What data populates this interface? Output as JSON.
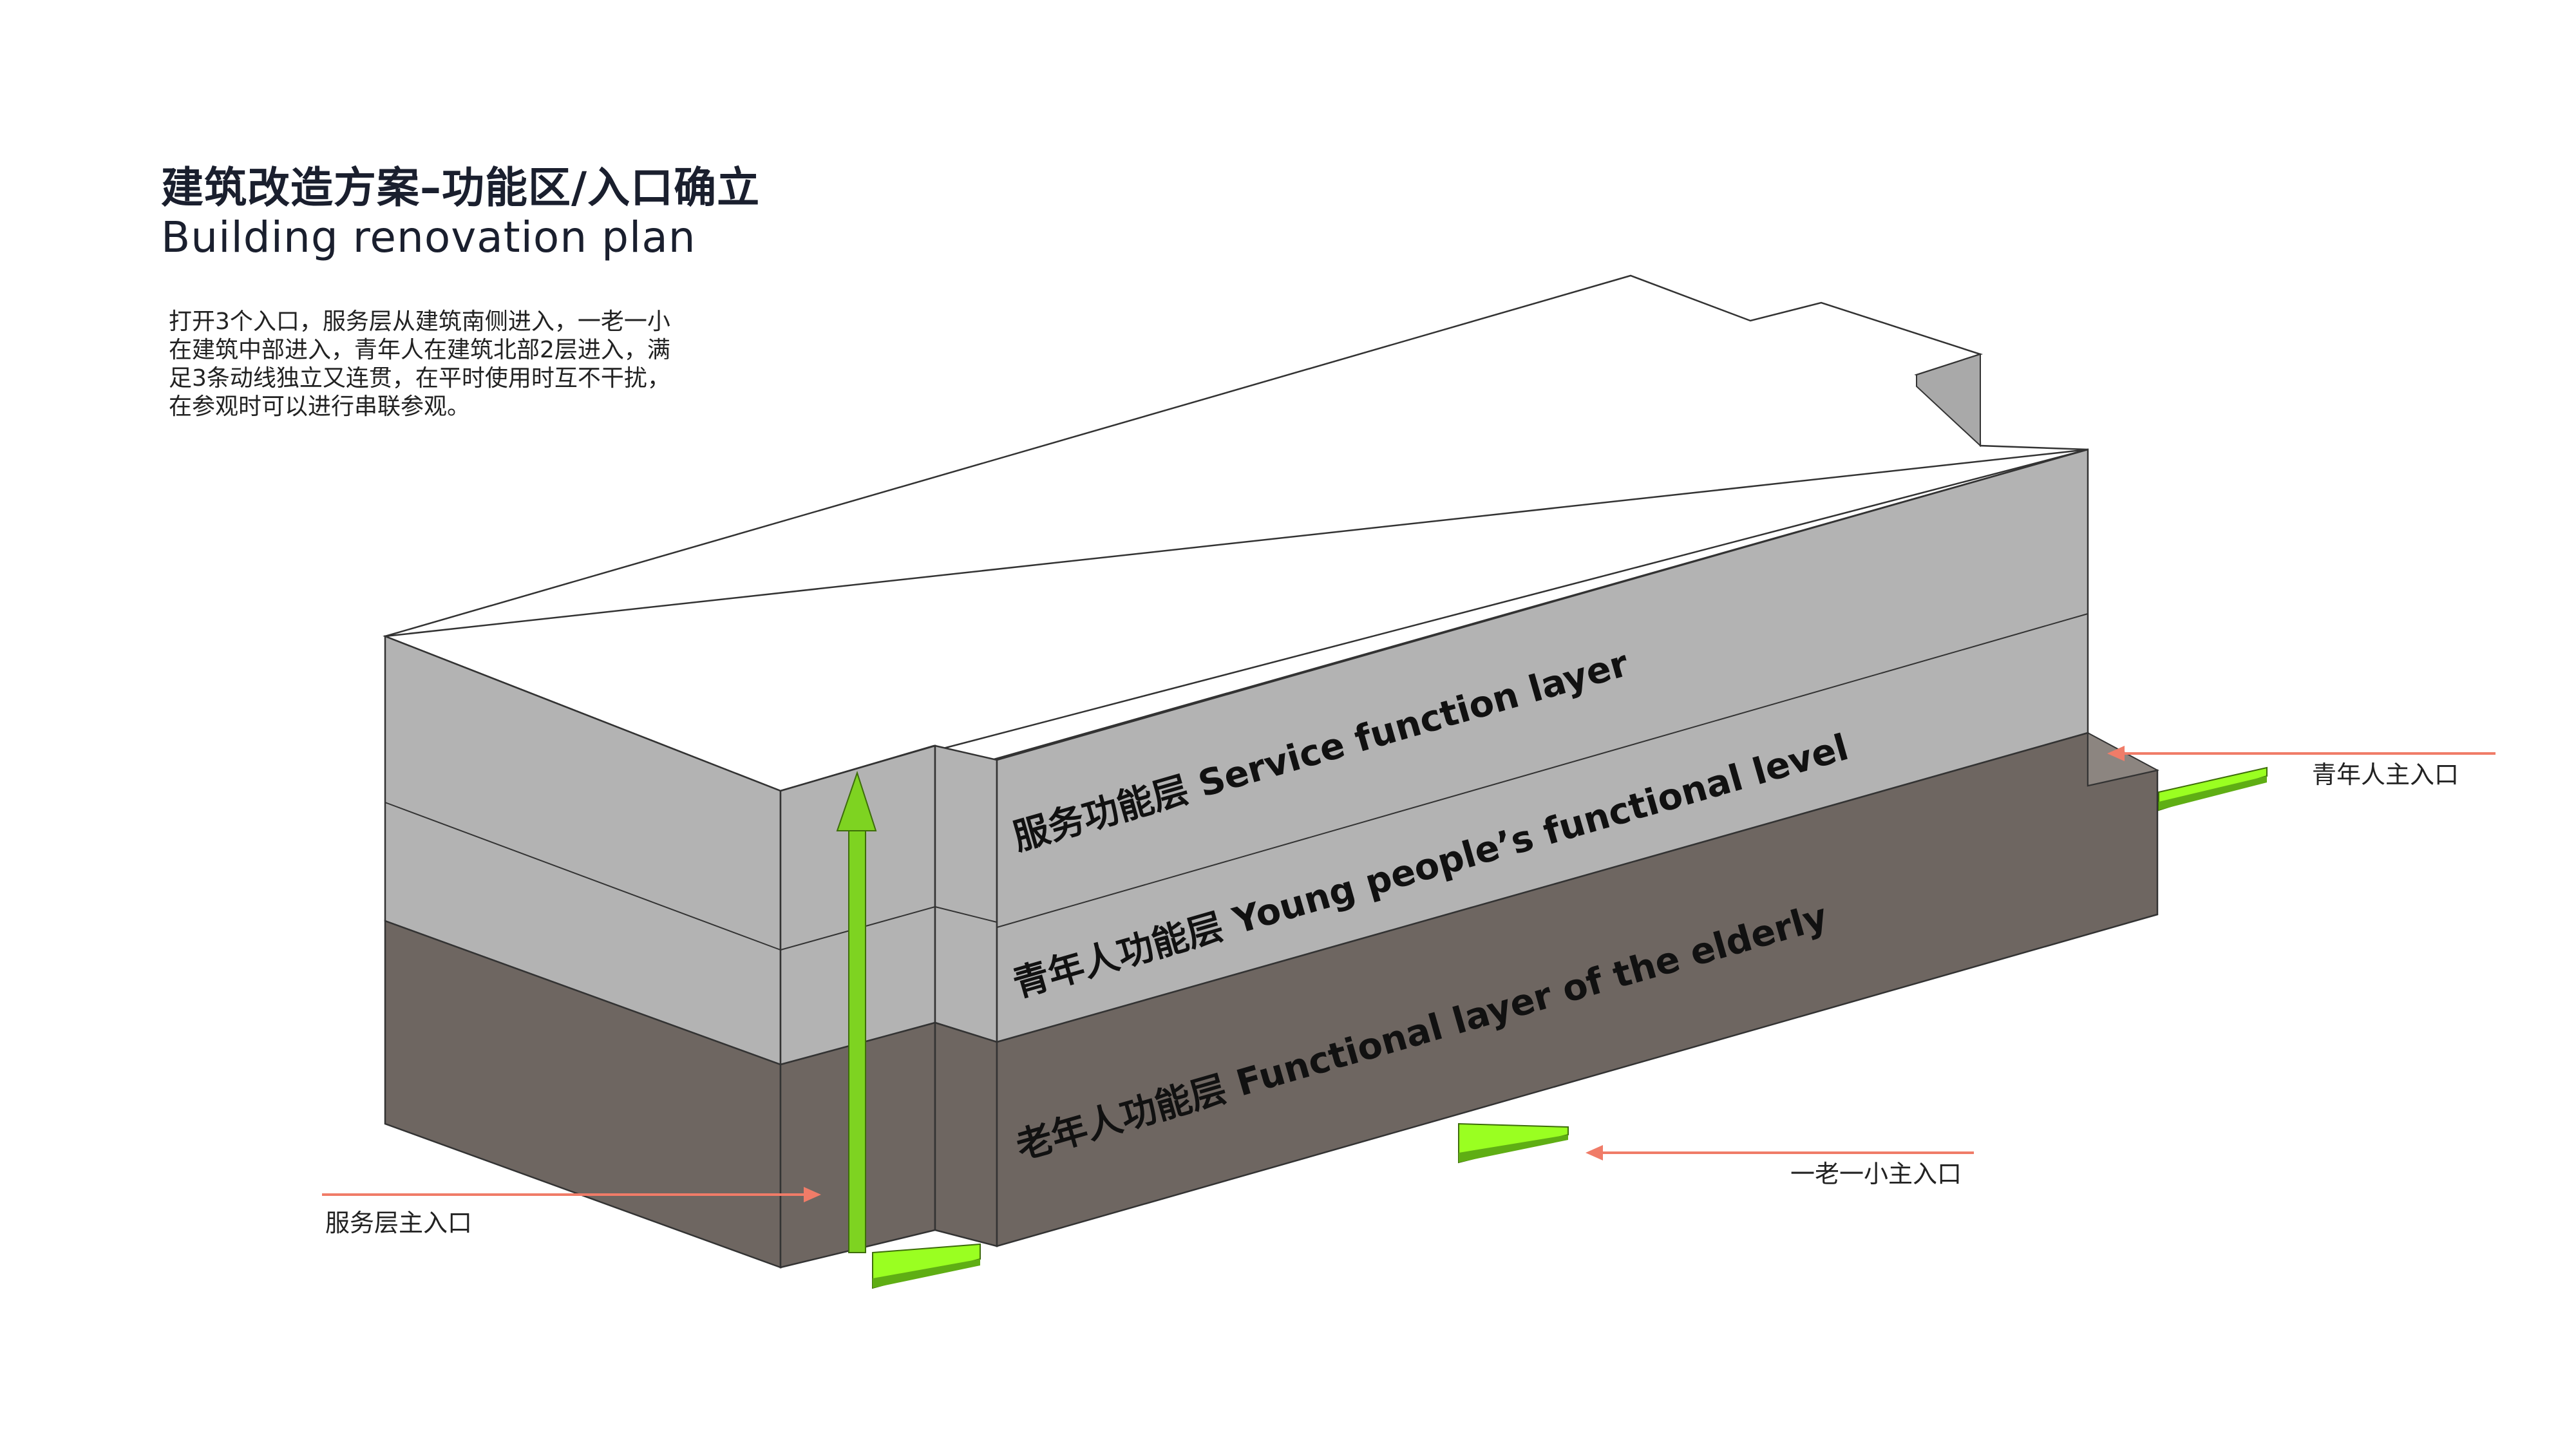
{
  "title": {
    "cn": "建筑改造方案–功能区/入口确立",
    "en": "Building renovation plan"
  },
  "description": [
    "打开3个入口，服务层从建筑南侧进入，一老一小",
    "在建筑中部进入，青年人在建筑北部2层进入，满",
    "足3条动线独立又连贯，在平时使用时互不干扰，",
    "在参观时可以进行串联参观。"
  ],
  "layers": {
    "service": "服务功能层  Service function layer",
    "young": "青年人功能层  Young people’s functional level",
    "elderly": "老年人功能层   Functional layer of the elderly"
  },
  "entrances": {
    "service": "服务层主入口",
    "young": "青年人主入口",
    "elderly_child": "一老一小主入口"
  },
  "colors": {
    "roof": "#ffffff",
    "upper_floor": "#b3b3b3",
    "ground_floor": "#6e6661",
    "arrow_green": "#7ed321",
    "entrance_arrow": "#f07c68",
    "outline": "#333333"
  }
}
